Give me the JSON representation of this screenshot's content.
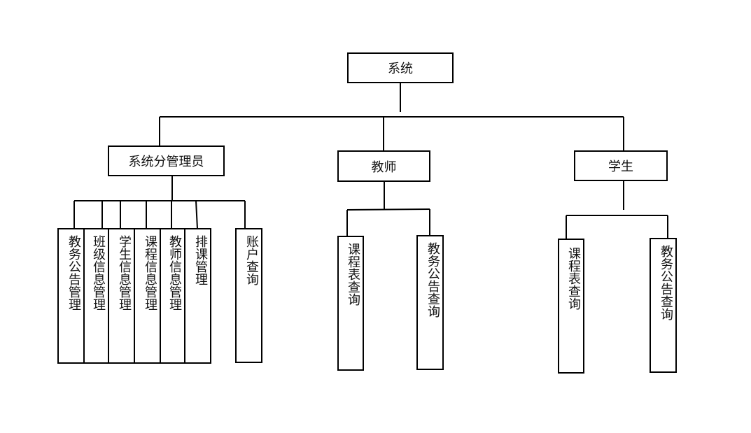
{
  "diagram": {
    "root": "系统",
    "admin": {
      "label": "系统分管理员",
      "children": [
        "教务公告管理",
        "班级信息管理",
        "学生信息管理",
        "课程信息管理",
        "教师信息管理",
        "排课管理",
        "账户查询"
      ]
    },
    "teacher": {
      "label": "教师",
      "children": [
        "课程表查询",
        "教务公告查询"
      ]
    },
    "student": {
      "label": "学生",
      "children": [
        "课程表查询",
        "教务公告查询"
      ]
    }
  }
}
